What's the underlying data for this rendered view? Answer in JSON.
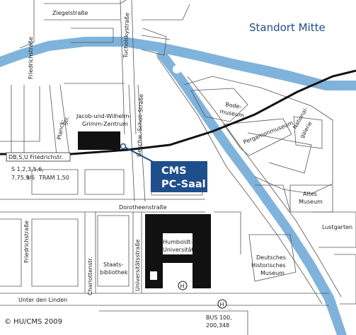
{
  "title": "Standort Mitte",
  "copyright": "© HU/CMS 2009",
  "callout": {
    "line1": "CMS",
    "line2": "PC-Saal"
  },
  "streets": {
    "ziegelstrasse": "Ziegelstraße",
    "tucholskystrasse": "Tucholskystraße",
    "friedrichstrasse_top": "Friedrichstraße",
    "friedrichstrasse_bottom": "Friedrichstraße",
    "planckstr_1": "Planck-",
    "planckstr_2": "Str.",
    "geschw_scholl": "Geschw.-Scholl-Straße",
    "dorotheenstrasse": "Dorotheenstraße",
    "charlottenstr": "Charlottenstr.",
    "universitaetsstrasse": "Universitätsstraße",
    "unter_den_linden": "Unter den Linden"
  },
  "places": {
    "jacob_grimm_1": "Jacob-und-Wilhelm-",
    "jacob_grimm_2": "Grimm-Zentrum",
    "bode_1": "Bode-",
    "bode_2": "museum",
    "pergamon": "Pergamonmuseum",
    "national_1": "National-",
    "national_2": "galerie",
    "altes_1": "Altes",
    "altes_2": "Museum",
    "lustgarten": "Lustgarten",
    "humboldt_1": "Humboldt-",
    "humboldt_2": "Universität",
    "staats_1": "Staats-",
    "staats_2": "bibliothek",
    "dhm_1": "Deutsches",
    "dhm_2": "Historisches",
    "dhm_3": "Museum"
  },
  "transit": {
    "station": "DB,S,U Friedrichstr.",
    "s_lines": "S 1,2,3,5,6,",
    "s_lines2": "7,75,9",
    "u_line": "U6",
    "tram": "TRAM 1,50",
    "bus_1": "BUS 100,",
    "bus_2": "200,348",
    "bus_symbol": "H",
    "stop_symbol": "H"
  },
  "colors": {
    "water": "#7fb3db",
    "building": "#111111",
    "streets": "#555555",
    "callout_bg": "#1f4e8c",
    "title": "#1f4e8c",
    "railway": "#111111"
  }
}
